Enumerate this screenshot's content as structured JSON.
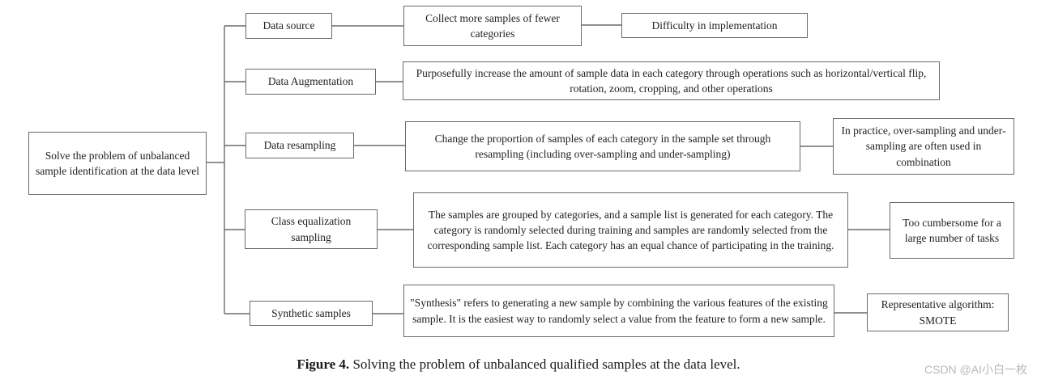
{
  "diagram": {
    "root_label": "Solve the problem of unbalanced sample identification at the data level",
    "rows": [
      {
        "category": "Data source",
        "description": "Collect more samples of fewer categories",
        "note": "Difficulty in implementation"
      },
      {
        "category": "Data Augmentation",
        "description": "Purposefully increase the amount of sample data in each category through operations such as horizontal/vertical flip, rotation, zoom, cropping, and other operations",
        "note": ""
      },
      {
        "category": "Data resampling",
        "description": "Change the proportion of samples of each category in the sample set through resampling (including over-sampling and under-sampling)",
        "note": "In practice, over-sampling and under-sampling are often used in combination"
      },
      {
        "category": "Class equalization sampling",
        "description": "The samples are grouped by categories, and a sample list is generated for each category. The category is randomly selected during training and samples are randomly selected from the corresponding sample list. Each category has an equal chance of participating in the training.",
        "note": "Too cumbersome for a large number of tasks"
      },
      {
        "category": "Synthetic samples",
        "description": "\"Synthesis\" refers to generating a new sample by combining the various features of the existing sample. It is the easiest way to randomly select a value from the feature to form a new sample.",
        "note": "Representative algorithm: SMOTE"
      }
    ]
  },
  "caption": {
    "label": "Figure 4.",
    "text": " Solving the problem of unbalanced qualified samples at the data level."
  },
  "watermark": "CSDN @AI小白一枚",
  "colors": {
    "border": "#6b6b6b",
    "text": "#1f1f1f",
    "watermark": "#b9b9b9"
  }
}
